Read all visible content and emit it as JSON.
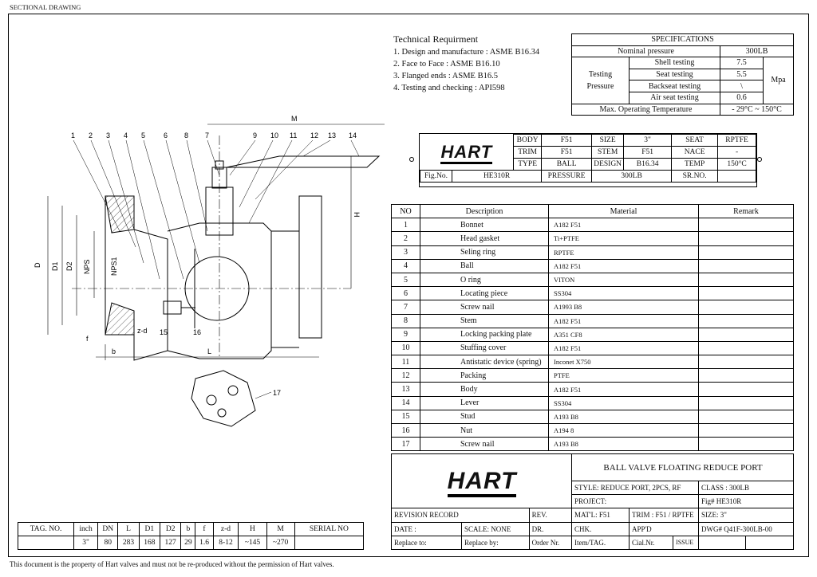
{
  "header": {
    "section_title": "SECTIONAL DRAWING"
  },
  "technical": {
    "heading": "Technical Requirment",
    "items": [
      "1. Design and manufacture : ASME B16.34",
      "2. Face  to  Face : ASME B16.10",
      "3. Flanged ends : ASME B16.5",
      "4. Testing and checking : API598"
    ]
  },
  "specifications": {
    "title": "SPECIFICATIONS",
    "nominal_label": "Nominal pressure",
    "nominal_value": "300LB",
    "testing_label_1": "Testing",
    "testing_label_2": "Pressure",
    "tests": [
      {
        "label": "Shell testing",
        "value": "7.5"
      },
      {
        "label": "Seat testing",
        "value": "5.5"
      },
      {
        "label": "Backseat testing",
        "value": "\\"
      },
      {
        "label": "Air seat testing",
        "value": "0.6"
      }
    ],
    "unit": "Mpa",
    "max_temp_label": "Max. Operating Temperature",
    "max_temp_low": "- 29°C",
    "max_temp_sep": "~",
    "max_temp_high": "150°C"
  },
  "brand": {
    "logo_text": "HART"
  },
  "info_block": {
    "body_label": "BODY",
    "body_value": "F51",
    "size_label": "SIZE",
    "size_value": "3\"",
    "seat_label": "SEAT",
    "seat_value": "RPTFE",
    "trim_label": "TRIM",
    "trim_value": "F51",
    "stem_label": "STEM",
    "stem_value": "F51",
    "nace_label": "NACE",
    "nace_value": "-",
    "type_label": "TYPE",
    "type_value": "BALL",
    "design_label": "DESIGN",
    "design_value": "B16.34",
    "temp_label": "TEMP",
    "temp_value": "150°C",
    "fig_label": "Fig.No.",
    "fig_value": "HE310R",
    "pressure_label": "PRESSURE",
    "pressure_value": "300LB",
    "srno_label": "SR.NO.",
    "srno_value": ""
  },
  "parts_table": {
    "headers": {
      "no": "NO",
      "description": "Description",
      "material": "Material",
      "remark": "Remark"
    },
    "rows": [
      {
        "no": "1",
        "description": "Bonnet",
        "material": "A182 F51",
        "remark": ""
      },
      {
        "no": "2",
        "description": "Head gasket",
        "material": "Ti+PTFE",
        "remark": ""
      },
      {
        "no": "3",
        "description": "Seling ring",
        "material": "RPTFE",
        "remark": ""
      },
      {
        "no": "4",
        "description": "Ball",
        "material": "A182 F51",
        "remark": ""
      },
      {
        "no": "5",
        "description": "O ring",
        "material": "VITON",
        "remark": ""
      },
      {
        "no": "6",
        "description": "Locating piece",
        "material": "SS304",
        "remark": ""
      },
      {
        "no": "7",
        "description": "Screw nail",
        "material": "A1993 B8",
        "remark": ""
      },
      {
        "no": "8",
        "description": "Stem",
        "material": "A182 F51",
        "remark": ""
      },
      {
        "no": "9",
        "description": "Locking packing plate",
        "material": "A351 CF8",
        "remark": ""
      },
      {
        "no": "10",
        "description": "Stuffing cover",
        "material": "A182 F51",
        "remark": ""
      },
      {
        "no": "11",
        "description": "Antistatic device (spring)",
        "material": "Inconet X750",
        "remark": ""
      },
      {
        "no": "12",
        "description": "Packing",
        "material": "PTFE",
        "remark": ""
      },
      {
        "no": "13",
        "description": "Body",
        "material": "A182 F51",
        "remark": ""
      },
      {
        "no": "14",
        "description": "Lever",
        "material": "SS304",
        "remark": ""
      },
      {
        "no": "15",
        "description": "Stud",
        "material": "A193 B8",
        "remark": ""
      },
      {
        "no": "16",
        "description": "Nut",
        "material": "A194 8",
        "remark": ""
      },
      {
        "no": "17",
        "description": "Screw nail",
        "material": "A193 B8",
        "remark": ""
      }
    ]
  },
  "title_block": {
    "drawing_title": "BALL VALVE FLOATING REDUCE PORT",
    "style": "STYLE: REDUCE PORT, 2PCS, RF",
    "class": "CLASS : 300LB",
    "project": "PROJECT:",
    "fig": "Fig# HE310R",
    "revision_record": "REVISION RECORD",
    "rev": "REV.",
    "matl": "MAT'L: F51",
    "trim": "TRIM : F51 / RPTFE",
    "size": "SIZE: 3\"",
    "date": "DATE   :",
    "scale": "SCALE: NONE",
    "dr": "DR.",
    "chk": "CHK.",
    "appd": "APP'D",
    "dwg": "DWG#  Q41F-300LB-00",
    "replace_to": "Replace to:",
    "replace_by": "Replace by:",
    "order": "Order Nr.",
    "item": "Item/TAG.",
    "cial": "Cial.Nr.",
    "issue": "ISSUE"
  },
  "tag_table": {
    "headers": [
      "TAG. NO.",
      "inch",
      "DN",
      "L",
      "D1",
      "D2",
      "b",
      "f",
      "z-d",
      "H",
      "M",
      "SERIAL NO"
    ],
    "values": [
      "",
      "3\"",
      "80",
      "283",
      "168",
      "127",
      "29",
      "1.6",
      "8-12",
      "~145",
      "~270",
      ""
    ]
  },
  "drawing": {
    "balloons": [
      "1",
      "2",
      "3",
      "4",
      "5",
      "6",
      "8",
      "7",
      "9",
      "10",
      "11",
      "12",
      "13",
      "14"
    ],
    "labels": {
      "M": "M",
      "H": "H",
      "D": "D",
      "D1": "D1",
      "D2": "D2",
      "NPS": "NPS",
      "NPS1": "NPS1",
      "L": "L",
      "f": "f",
      "b": "b",
      "zd": "z-d",
      "b15": "15",
      "b16": "16",
      "b17": "17"
    }
  },
  "footer": {
    "note": "This document is the property of Hart valves and must not be re-produced without the permission of Hart valves."
  }
}
